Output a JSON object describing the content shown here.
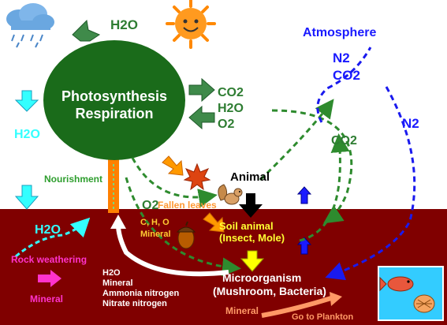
{
  "labels": {
    "h2o_top": "H2O",
    "atmosphere": "Atmosphere",
    "n2_top": "N2",
    "co2_top": "CO2",
    "photosynthesis": "Photosynthesis",
    "respiration": "Respiration",
    "co2_right": "CO2",
    "h2o_right": "H2O",
    "o2_right": "O2",
    "n2_right": "N2",
    "h2o_left": "H2O",
    "co2_mid": "CO2",
    "nourishment": "Nourishment",
    "animal": "Animal",
    "o2_fallen": "O2",
    "fallen_leaves": "Fallen leaves",
    "h2o_soil": "H2O",
    "cho": "C, H, O",
    "mineral_soil": "Mineral",
    "soil_animal": "Soil animal",
    "soil_animal_sub": "(Insect, Mole)",
    "rock_weathering": "Rock weathering",
    "mineral_pink": "Mineral",
    "nutrients": [
      "H2O",
      "Mineral",
      "Ammonia nitrogen",
      "Nitrate nitrogen"
    ],
    "microorganism": "Microorganism",
    "microorganism_sub": "(Mushroom, Bacteria)",
    "mineral_bottom": "Mineral",
    "go_to_plankton": "Go to Plankton"
  },
  "colors": {
    "soil": "#800000",
    "tree_crown": "#1a6b1a",
    "trunk": "#ff8000",
    "green_text": "#2e7d32",
    "blue_text": "#1a1aff",
    "cyan": "#33ffff",
    "yellow": "#ffff00",
    "magenta": "#ff33cc",
    "orange": "#ff9900"
  },
  "icons": [
    "cloud-rain-icon",
    "sun-icon",
    "maple-leaf-icon",
    "squirrel-icon",
    "acorn-icon",
    "fish-icon",
    "shell-icon"
  ]
}
